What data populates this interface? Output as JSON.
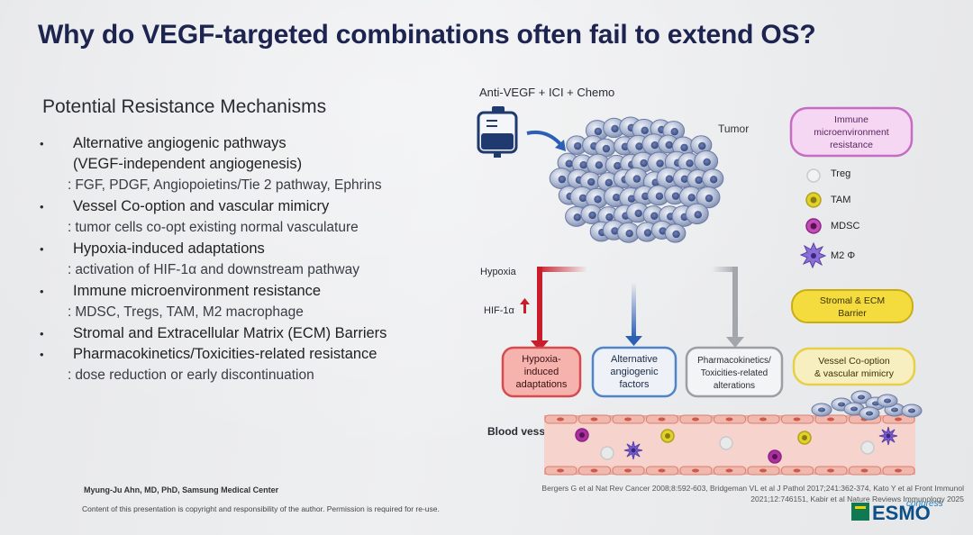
{
  "slide": {
    "title": "Why do VEGF-targeted combinations often fail to extend OS?",
    "left_heading": "Potential Resistance Mechanisms",
    "mechanisms": [
      {
        "name": "Alternative angiogenic pathways",
        "name2": "(VEGF-independent angiogenesis)",
        "detail": "FGF, PDGF, Angiopoietins/Tie 2 pathway, Ephrins"
      },
      {
        "name": "Vessel Co-option and vascular mimicry",
        "detail": "tumor cells co-opt existing normal vasculature"
      },
      {
        "name": "Hypoxia-induced adaptations",
        "detail": "activation of HIF-1α and downstream pathway"
      },
      {
        "name": "Immune microenvironment resistance",
        "detail": "MDSC, Tregs, TAM, M2 macrophage"
      },
      {
        "name": "Stromal and Extracellular Matrix (ECM) Barriers"
      },
      {
        "name": "Pharmacokinetics/Toxicities-related resistance",
        "detail": "dose reduction or early discontinuation"
      }
    ],
    "bullet": "•",
    "colon": ":",
    "author": "Myung-Ju Ahn, MD, PhD, Samsung Medical Center",
    "copyright": "Content of this presentation is copyright and responsibility of the author. Permission is required for re-use.",
    "references_line1": "Bergers G et al Nat Rev Cancer 2008;8:592-603, Bridgeman VL et al J Pathol 2017;241:362-374, Kato Y et al Front Immunol",
    "references_line2": "2021;12:746151, Kabir et al Nature Reviews Immunology 2025"
  },
  "diagram": {
    "therapy_label": "Anti-VEGF + ICI + Chemo",
    "tumor_label": "Tumor",
    "hypoxia_label": "Hypoxia",
    "hif_label": "HIF-1α",
    "blood_vessel_label": "Blood vessel",
    "boxes": {
      "hypoxia": [
        "Hypoxia-",
        "induced",
        "adaptations"
      ],
      "alternative": [
        "Alternative",
        "angiogenic",
        "factors"
      ],
      "pk": [
        "Pharmacokinetics/",
        "Toxicities-related",
        "alterations"
      ],
      "immune": [
        "Immune",
        "microenvironment",
        "resistance"
      ],
      "stromal": [
        "Stromal & ECM",
        "Barrier"
      ],
      "vessel_cooption": [
        "Vessel Co-option",
        "& vascular mimicry"
      ]
    },
    "legend": [
      {
        "label": "Treg",
        "color": "#e8eaea"
      },
      {
        "label": "TAM",
        "color": "#e2d12a"
      },
      {
        "label": "MDSC",
        "color": "#b02fa0"
      },
      {
        "label": "M2 Φ",
        "color": "#7b5fd0"
      }
    ],
    "colors": {
      "title": "#1e2450",
      "hypoxia_red": "#d42a38",
      "alt_blue": "#2c5fb5",
      "pk_gray": "#9b9ea3",
      "immune_purple": "#d27ad0",
      "stromal_yellow": "#f1d335",
      "vessel_pink": "#f4c9c2"
    }
  },
  "logo": {
    "text": "ESMO",
    "sub": "congress"
  }
}
